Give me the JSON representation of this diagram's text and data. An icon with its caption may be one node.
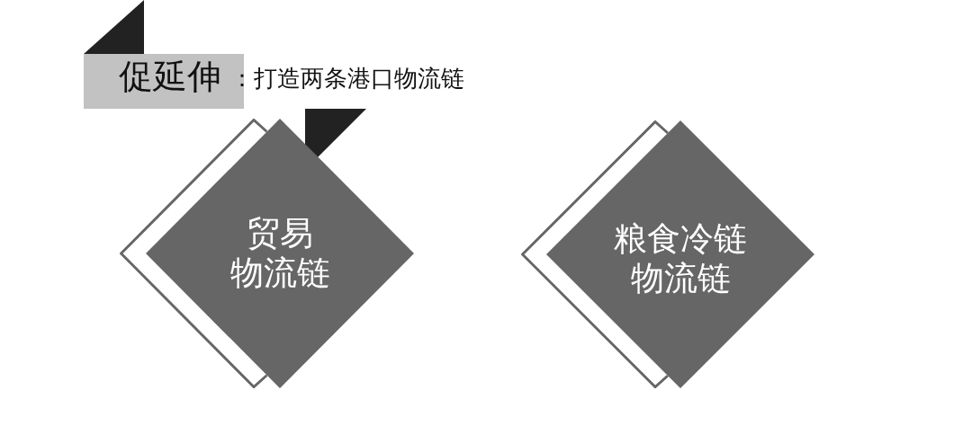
{
  "diagram": {
    "nodes": [
      {
        "text": [
          "促延伸"
        ],
        "beside": [
          "：打造两条港口物流链"
        ]
      },
      {
        "text": [
          "贸易",
          "物流链"
        ]
      },
      {
        "text": [
          "粮食冷链",
          "物流链"
        ]
      }
    ]
  }
}
